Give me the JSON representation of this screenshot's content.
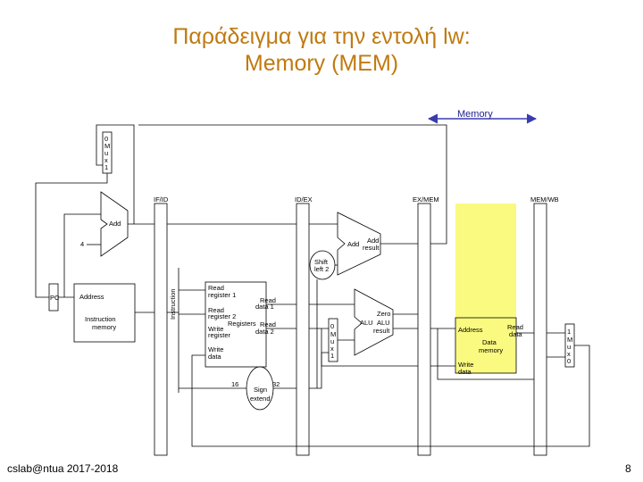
{
  "slide": {
    "title_line1": "Παράδειγμα για την εντολή lw:",
    "title_line2": "Memory (MEM)",
    "footer_left": "cslab@ntua 2017-2018",
    "page_number": "8"
  },
  "stage_highlight": {
    "label": "Memory",
    "color": "#fafa80",
    "arrow_color": "#3b3bb0"
  },
  "pipeline_registers": [
    "IF/ID",
    "ID/EX",
    "EX/MEM",
    "MEM/WB"
  ],
  "blocks": {
    "pc": "PC",
    "adder_if": "Add",
    "constant_four": "4",
    "instruction_memory": {
      "address": "Address",
      "instruction": "Instruction",
      "line1": "Instruction",
      "line2": "memory"
    },
    "registers": {
      "read_reg1_a": "Read",
      "read_reg1_b": "register 1",
      "read_data1_a": "Read",
      "read_data1_b": "data 1",
      "read_reg2_a": "Read",
      "read_reg2_b": "register 2",
      "name": "Registers",
      "read_data2_a": "Read",
      "read_data2_b": "data 2",
      "write_reg_a": "Write",
      "write_reg_b": "register",
      "write_data_a": "Write",
      "write_data_b": "data"
    },
    "shift": {
      "a": "Shift",
      "b": "left 2"
    },
    "adder_ex": {
      "name": "Add",
      "result_a": "Add",
      "result_b": "result"
    },
    "alu": {
      "zero": "Zero",
      "name": "ALU",
      "result_a": "ALU",
      "result_b": "result"
    },
    "sign_extend": {
      "a": "Sign",
      "b": "extend",
      "in_width": "16",
      "out_width": "32"
    },
    "data_memory": {
      "address": "Address",
      "read_a": "Read",
      "read_b": "data",
      "name_a": "Data",
      "name_b": "memory",
      "write_a": "Write",
      "write_b": "data"
    },
    "mux_if": [
      "0",
      "M",
      "u",
      "x",
      "1"
    ],
    "mux_ex": [
      "0",
      "M",
      "u",
      "x",
      "1"
    ],
    "mux_wb": [
      "1",
      "M",
      "u",
      "x",
      "0"
    ]
  }
}
